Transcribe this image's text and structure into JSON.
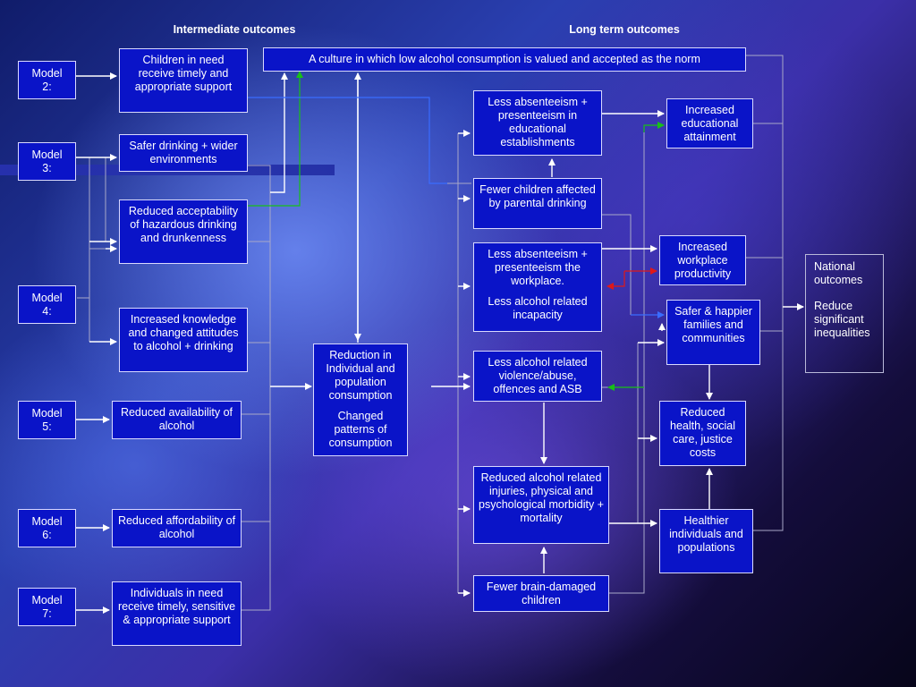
{
  "headers": {
    "intermediate": "Intermediate outcomes",
    "long_term": "Long term outcomes"
  },
  "models": {
    "m2": "Model\n2:",
    "m3": "Model\n3:",
    "m4": "Model\n4:",
    "m5": "Model\n5:",
    "m6": "Model\n6:",
    "m7": "Model\n7:"
  },
  "intermediate": {
    "children_support": "Children in need receive timely and appropriate support",
    "safer_drinking": "Safer drinking + wider environments",
    "reduced_acceptability": "Reduced acceptability of hazardous drinking and drunkenness",
    "increased_knowledge": "Increased knowledge and changed attitudes to alcohol + drinking",
    "reduced_availability": "Reduced availability of alcohol",
    "reduced_affordability": "Reduced affordability of alcohol",
    "individuals_support": "Individuals in need receive timely, sensitive & appropriate support"
  },
  "culture": "A culture in which low alcohol consumption is valued and accepted as the norm",
  "reduction": {
    "line1": "Reduction in Individual and population consumption",
    "line2": "Changed patterns of consumption"
  },
  "long_term": {
    "less_absenteeism_edu": "Less absenteeism + presenteeism in educational establishments",
    "fewer_children": "Fewer  children affected by parental drinking",
    "less_absenteeism_work_1": "Less absenteeism + presenteeism the workplace.",
    "less_absenteeism_work_2": "Less alcohol related incapacity",
    "less_violence": "Less alcohol related violence/abuse, offences and ASB",
    "reduced_injuries": "Reduced alcohol related injuries, physical and psychological morbidity + mortality",
    "fewer_brain_damaged": "Fewer brain-damaged children"
  },
  "final_outcomes": {
    "educational_attainment": "Increased educational attainment",
    "workplace_productivity": "Increased workplace productivity",
    "safer_families": "Safer & happier families and communities",
    "reduced_costs": "Reduced health, social care, justice costs",
    "healthier_individuals": "Healthier individuals and populations"
  },
  "national": {
    "line1": "National outcomes",
    "line2": "Reduce significant inequalities"
  },
  "colors": {
    "box_fill": "#0a14c8",
    "connector_white": "#ffffff",
    "connector_grey": "#a8a8c8",
    "connector_green": "#18c018",
    "connector_red": "#e01818",
    "connector_blue": "#3a6cff"
  }
}
